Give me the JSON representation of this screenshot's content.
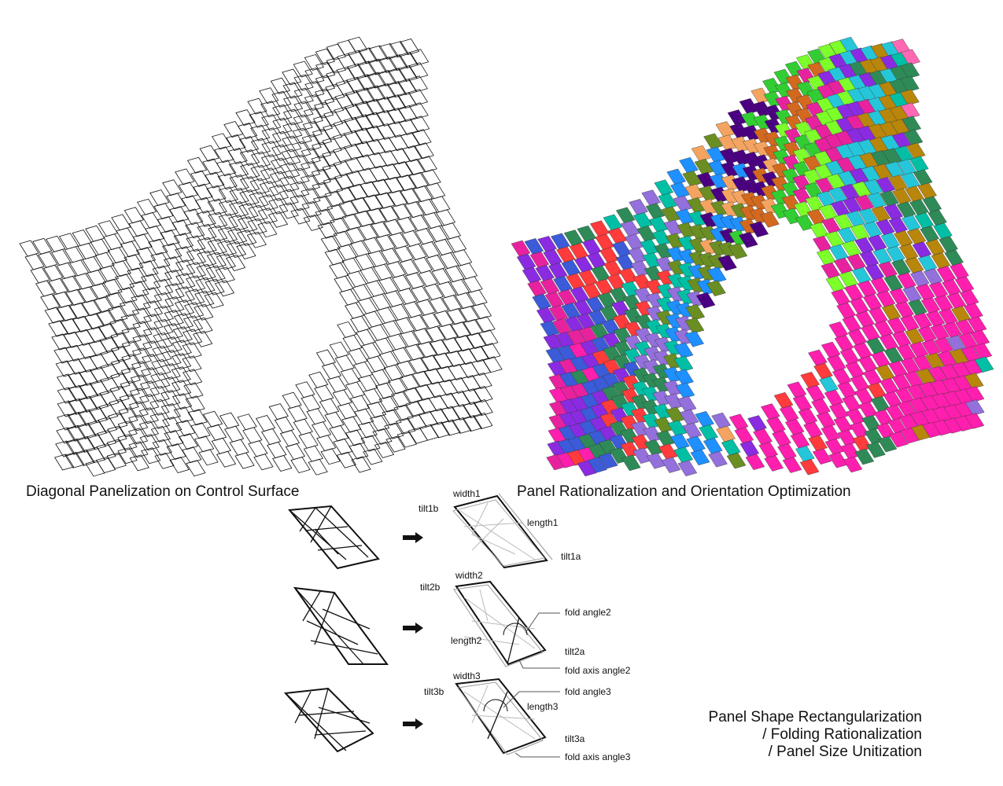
{
  "captions": {
    "left": "Diagonal Panelization on Control Surface",
    "right": "Panel Rationalization and Orientation Optimization",
    "bottom": [
      "Panel Shape Rectangularization",
      "/ Folding Rationalization",
      "/ Panel Size Unitization"
    ]
  },
  "panel_labels": {
    "row1": {
      "width": "width1",
      "length": "length1",
      "tilt_a": "tilt1a",
      "tilt_b": "tilt1b"
    },
    "row2": {
      "width": "width2",
      "length": "length2",
      "tilt_a": "tilt2a",
      "tilt_b": "tilt2b",
      "fold_angle": "fold angle2",
      "fold_axis_angle": "fold axis angle2"
    },
    "row3": {
      "width": "width3",
      "length": "length3",
      "tilt_a": "tilt3a",
      "tilt_b": "tilt3b",
      "fold_angle": "fold angle3",
      "fold_axis_angle": "fold axis angle3"
    }
  },
  "colors": {
    "palette": [
      "#ff1fae",
      "#e8229f",
      "#7dff2a",
      "#3b5bd9",
      "#8a2be2",
      "#26c6da",
      "#ff3b3b",
      "#2e8b57",
      "#b8860b",
      "#9370db",
      "#00bfa5",
      "#ff69b4",
      "#6b8e23",
      "#1e90ff",
      "#c71585",
      "#4b0082",
      "#f4a460",
      "#a0f0f0",
      "#32cd32",
      "#d2691e"
    ]
  }
}
